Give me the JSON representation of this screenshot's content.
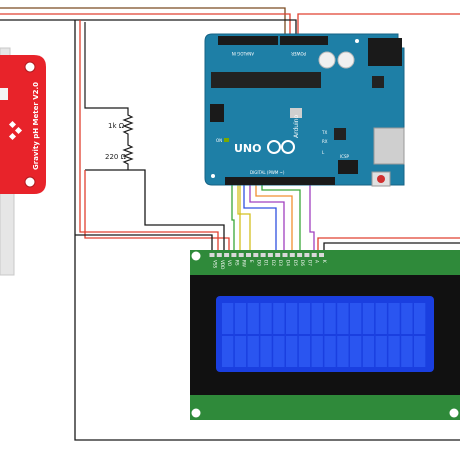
{
  "arduino": {
    "brand": "Arduino",
    "model": "UNO",
    "header_top": "ANALOG IN",
    "header_power": "POWER",
    "label_icsp": "ICSP",
    "label_on": "ON",
    "label_l": "L",
    "label_tx": "TX",
    "label_rx": "RX",
    "label_digital": "DIGITAL (PWM ~)"
  },
  "ph_sensor": {
    "label": "Gravity pH Meter V2.0"
  },
  "resistors": [
    {
      "label": "1k Ω"
    },
    {
      "label": "220 Ω"
    }
  ],
  "lcd": {
    "pin_labels": [
      "VSS",
      "VDD",
      "VO",
      "RS",
      "RW",
      "E",
      "D0",
      "D1",
      "D2",
      "D3",
      "D4",
      "D5",
      "D6",
      "D7",
      "A",
      "K"
    ],
    "rows": 2,
    "cols": 16
  },
  "colors": {
    "arduino_board": "#1e7fa6",
    "lcd_pcb": "#2f8a3a",
    "lcd_screen": "#1a3fe0",
    "sensor_board": "#e8232a",
    "wire_red": "#e04030",
    "wire_black": "#1a1a1a",
    "wire_brown": "#7a4a20",
    "wire_green": "#3aa838",
    "wire_yellow": "#d4c020",
    "wire_blue": "#3050e0",
    "wire_orange": "#f09030",
    "wire_purple": "#a040c0"
  }
}
